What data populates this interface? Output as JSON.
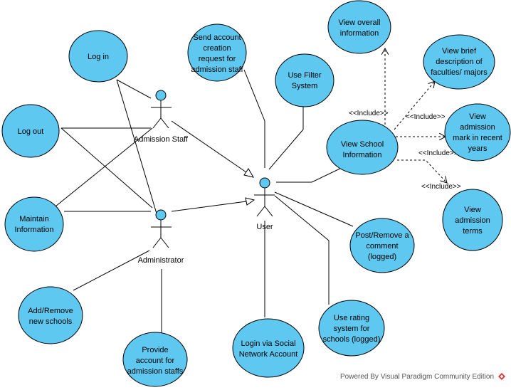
{
  "diagram": {
    "actors": [
      {
        "id": "admin-staff",
        "label": "Admission Staff"
      },
      {
        "id": "administrator",
        "label": "Administrator"
      },
      {
        "id": "user",
        "label": "User"
      }
    ],
    "use_cases": [
      {
        "id": "log-in",
        "lines": [
          "Log in"
        ]
      },
      {
        "id": "log-out",
        "lines": [
          "Log out"
        ]
      },
      {
        "id": "maintain-information",
        "lines": [
          "Maintain",
          "Information"
        ]
      },
      {
        "id": "send-account-request",
        "lines": [
          "Send account",
          "creation",
          "request for",
          "admission staff"
        ]
      },
      {
        "id": "use-filter-system",
        "lines": [
          "Use Filter",
          "System"
        ]
      },
      {
        "id": "view-overall-information",
        "lines": [
          "View overall",
          "information"
        ]
      },
      {
        "id": "view-brief-description",
        "lines": [
          "View brief",
          "description of",
          "faculties/ majors"
        ]
      },
      {
        "id": "view-school-information",
        "lines": [
          "View School",
          "Information"
        ]
      },
      {
        "id": "view-admission-mark",
        "lines": [
          "View",
          "admission",
          "mark in recent",
          "years"
        ]
      },
      {
        "id": "view-admission-terms",
        "lines": [
          "View",
          "admission",
          "terms"
        ]
      },
      {
        "id": "post-remove-comment",
        "lines": [
          "Post/Remove a",
          "comment",
          "(logged)"
        ]
      },
      {
        "id": "use-rating-system",
        "lines": [
          "Use rating",
          "system for",
          "schools (logged)"
        ]
      },
      {
        "id": "login-social-network",
        "lines": [
          "Login via Social",
          "Network Account"
        ]
      },
      {
        "id": "add-remove-schools",
        "lines": [
          "Add/Remove",
          "new schools"
        ]
      },
      {
        "id": "provide-account",
        "lines": [
          "Provide",
          "account for",
          "admission staffs"
        ]
      }
    ],
    "include_label": "<<Include>>"
  },
  "colors": {
    "usecase_fill": "#5ec8f0",
    "stroke": "#000000"
  },
  "watermark": {
    "text": "Powered By  Visual Paradigm Community Edition"
  }
}
